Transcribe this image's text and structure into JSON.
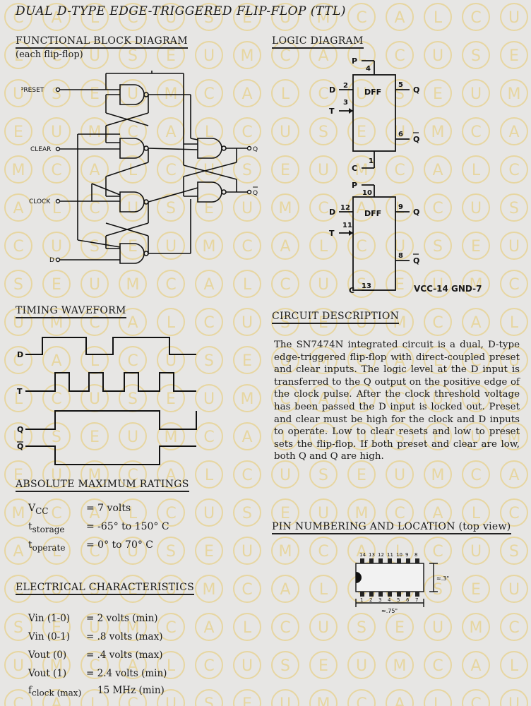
{
  "title": "DUAL D-TYPE EDGE-TRIGGERED FLIP-FLOP (TTL)",
  "watermark": {
    "letters": [
      "C",
      "A",
      "L",
      "C",
      "U",
      "S",
      "E",
      "U",
      "M"
    ],
    "color": "#e8c96a"
  },
  "block_diagram": {
    "heading": "FUNCTIONAL BLOCK DIAGRAM",
    "subheading": "(each flip-flop)",
    "inputs": {
      "preset": "PRESET",
      "clear": "CLEAR",
      "clock": "CLOCK",
      "d": "D"
    },
    "outputs": {
      "q": "Q",
      "qbar": "Q"
    }
  },
  "logic_diagram": {
    "heading": "LOGIC DIAGRAM",
    "box_label": "DFF",
    "ff1": {
      "p": "P",
      "p_pin": "4",
      "d": "D",
      "d_pin": "2",
      "t": "T",
      "t_pin": "3",
      "q": "Q",
      "q_pin": "5",
      "qbar": "Q",
      "qbar_pin": "6",
      "c": "C",
      "c_pin": "1"
    },
    "ff2": {
      "p": "P",
      "p_pin": "10",
      "d": "D",
      "d_pin": "12",
      "t": "T",
      "t_pin": "11",
      "q": "Q",
      "q_pin": "9",
      "qbar": "Q",
      "qbar_pin": "8",
      "c": "C",
      "c_pin": "13"
    },
    "power": "VCC-14  GND-7"
  },
  "timing": {
    "heading": "TIMING WAVEFORM",
    "labels": {
      "d": "D",
      "t": "T",
      "q": "Q",
      "qbar": "Q"
    }
  },
  "circuit_description": {
    "heading": "CIRCUIT DESCRIPTION",
    "text": "The SN7474N integrated circuit is a dual, D-type edge-triggered flip-flop with direct-coupled preset and clear inputs. The logic level at the D input is transferred to the Q output on the positive edge of the clock pulse. After the clock threshold voltage has been passed the D input is locked out. Preset and clear must be high for the clock and D inputs to operate. Low to clear resets and low to preset sets the flip-flop. If both preset and clear are low, both Q and Q are high."
  },
  "absolute_max": {
    "heading": "ABSOLUTE MAXIMUM RATINGS",
    "rows": [
      {
        "sym": "V",
        "sub": "CC",
        "val": "= 7 volts"
      },
      {
        "sym": "t",
        "sub": "storage",
        "val": "= -65° to 150° C"
      },
      {
        "sym": "t",
        "sub": "operate",
        "val": "= 0° to 70° C"
      }
    ]
  },
  "electrical": {
    "heading": "ELECTRICAL CHARACTERISTICS",
    "rows": [
      {
        "param": "Vin (1-0)",
        "val": "= 2 volts (min)"
      },
      {
        "param": "Vin (0-1)",
        "val": "= .8 volts (max)"
      },
      {
        "param": "Vout (0)",
        "val": "= .4 volts (max)"
      },
      {
        "param": "Vout (1)",
        "val": "= 2.4 volts (min)"
      },
      {
        "sym": "f",
        "sub": "clock (max)",
        "val": "15 MHz (min)"
      }
    ]
  },
  "pin_numbering": {
    "heading": "PIN NUMBERING AND LOCATION (top view)",
    "top_pins": [
      "14",
      "13",
      "12",
      "11",
      "10",
      "9",
      "8"
    ],
    "bottom_pins": [
      "1",
      "2",
      "3",
      "4",
      "5",
      "6",
      "7"
    ],
    "width_label": "≈.75\"",
    "height_label": "≈.3\""
  }
}
